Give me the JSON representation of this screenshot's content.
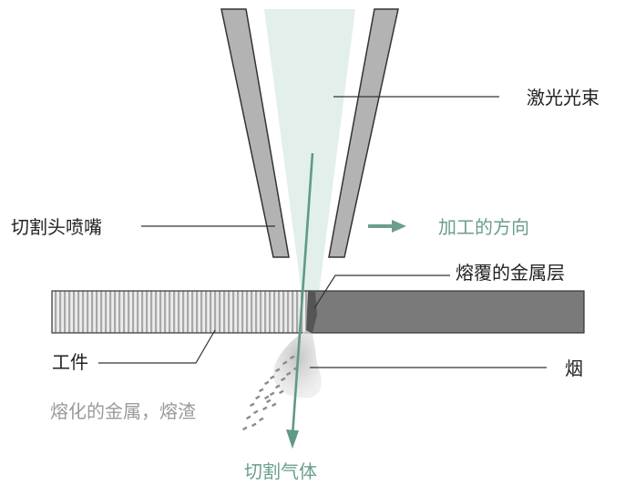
{
  "labels": {
    "laser_beam": "激光光束",
    "cutting_head_nozzle": "切割头喷嘴",
    "processing_direction": "加工的方向",
    "melted_metal_layer": "熔覆的金属层",
    "workpiece": "工件",
    "smoke": "烟",
    "molten_metal_slag": "熔化的金属，熔渣",
    "cutting_gas": "切割气体"
  },
  "colors": {
    "nozzle_fill": "#b3b3b3",
    "nozzle_stroke": "#333333",
    "beam_fill": "#e3efea",
    "gas_arrow": "#5f9a86",
    "cut_material": "#7a7a7a",
    "uncut_material_stripes": "#a8a8a8",
    "smoke": "#d0d0d0",
    "slag_dots": "#8c8c8c"
  }
}
